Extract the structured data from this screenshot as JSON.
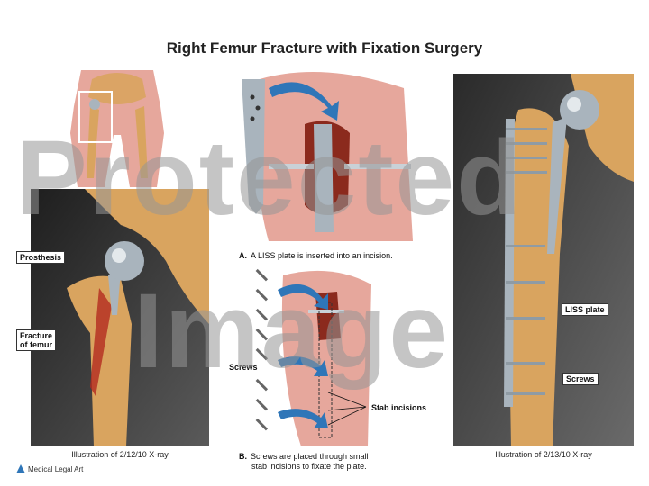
{
  "title": "Right Femur Fracture with Fixation Surgery",
  "labels": {
    "prosthesis": "Prosthesis",
    "fracture_line1": "Fracture",
    "fracture_line2": "of femur",
    "screws_left": "Screws",
    "stab_incisions": "Stab incisions",
    "liss_plate": "LISS plate",
    "screws_right": "Screws"
  },
  "captions": {
    "left": "Illustration of 2/12/10 X-ray",
    "right": "Illustration of 2/13/10 X-ray"
  },
  "steps": {
    "a_letter": "A.",
    "a_text": "A LISS plate is inserted into an incision.",
    "b_letter": "B.",
    "b_line1": "Screws are placed through small",
    "b_line2": "stab incisions to fixate the plate."
  },
  "watermark": {
    "line1": "Protected",
    "line2": "Image"
  },
  "logo": {
    "text": "Medical Legal Art"
  },
  "colors": {
    "bone": "#d9a45f",
    "skin": "#e6a79c",
    "xray_bg": "#2a2a2a",
    "metal": "#a9b4bd",
    "arrow": "#2f76b8",
    "fracture": "#b32a1f"
  }
}
